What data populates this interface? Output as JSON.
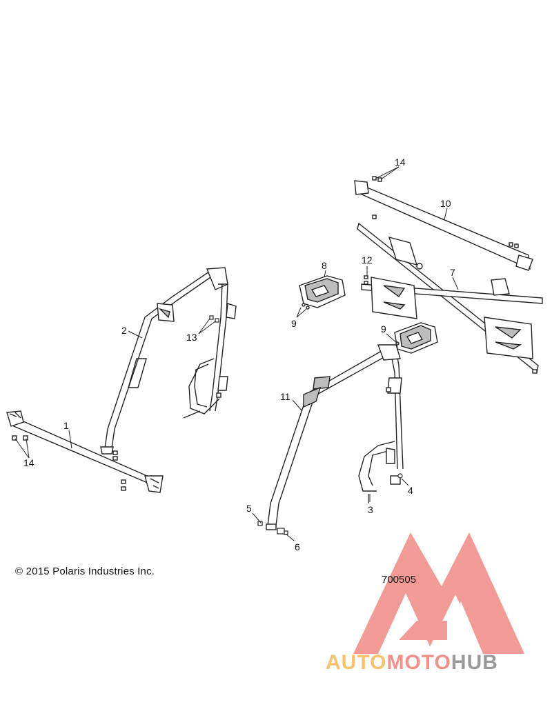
{
  "callouts": {
    "c1": "1",
    "c2": "2",
    "c3": "3",
    "c4": "4",
    "c5": "5",
    "c6": "6",
    "c7": "7",
    "c8": "8",
    "c9a": "9",
    "c9b": "9",
    "c10": "10",
    "c11": "11",
    "c12": "12",
    "c13": "13",
    "c14a": "14",
    "c14b": "14"
  },
  "footer": {
    "copyright": "© 2015 Polaris Industries Inc.",
    "diagram_id": "700505"
  },
  "watermark": {
    "part1": "AUTO",
    "part2": "MOTO",
    "part3": "HUB",
    "colors": {
      "triangle": "#f08a84",
      "auto": "#f6c26b",
      "moto": "#f3908a",
      "hub": "#9a9a9a"
    }
  },
  "colors": {
    "line": "#222222",
    "fill": "#ffffff",
    "shade": "#bdbdbd"
  }
}
